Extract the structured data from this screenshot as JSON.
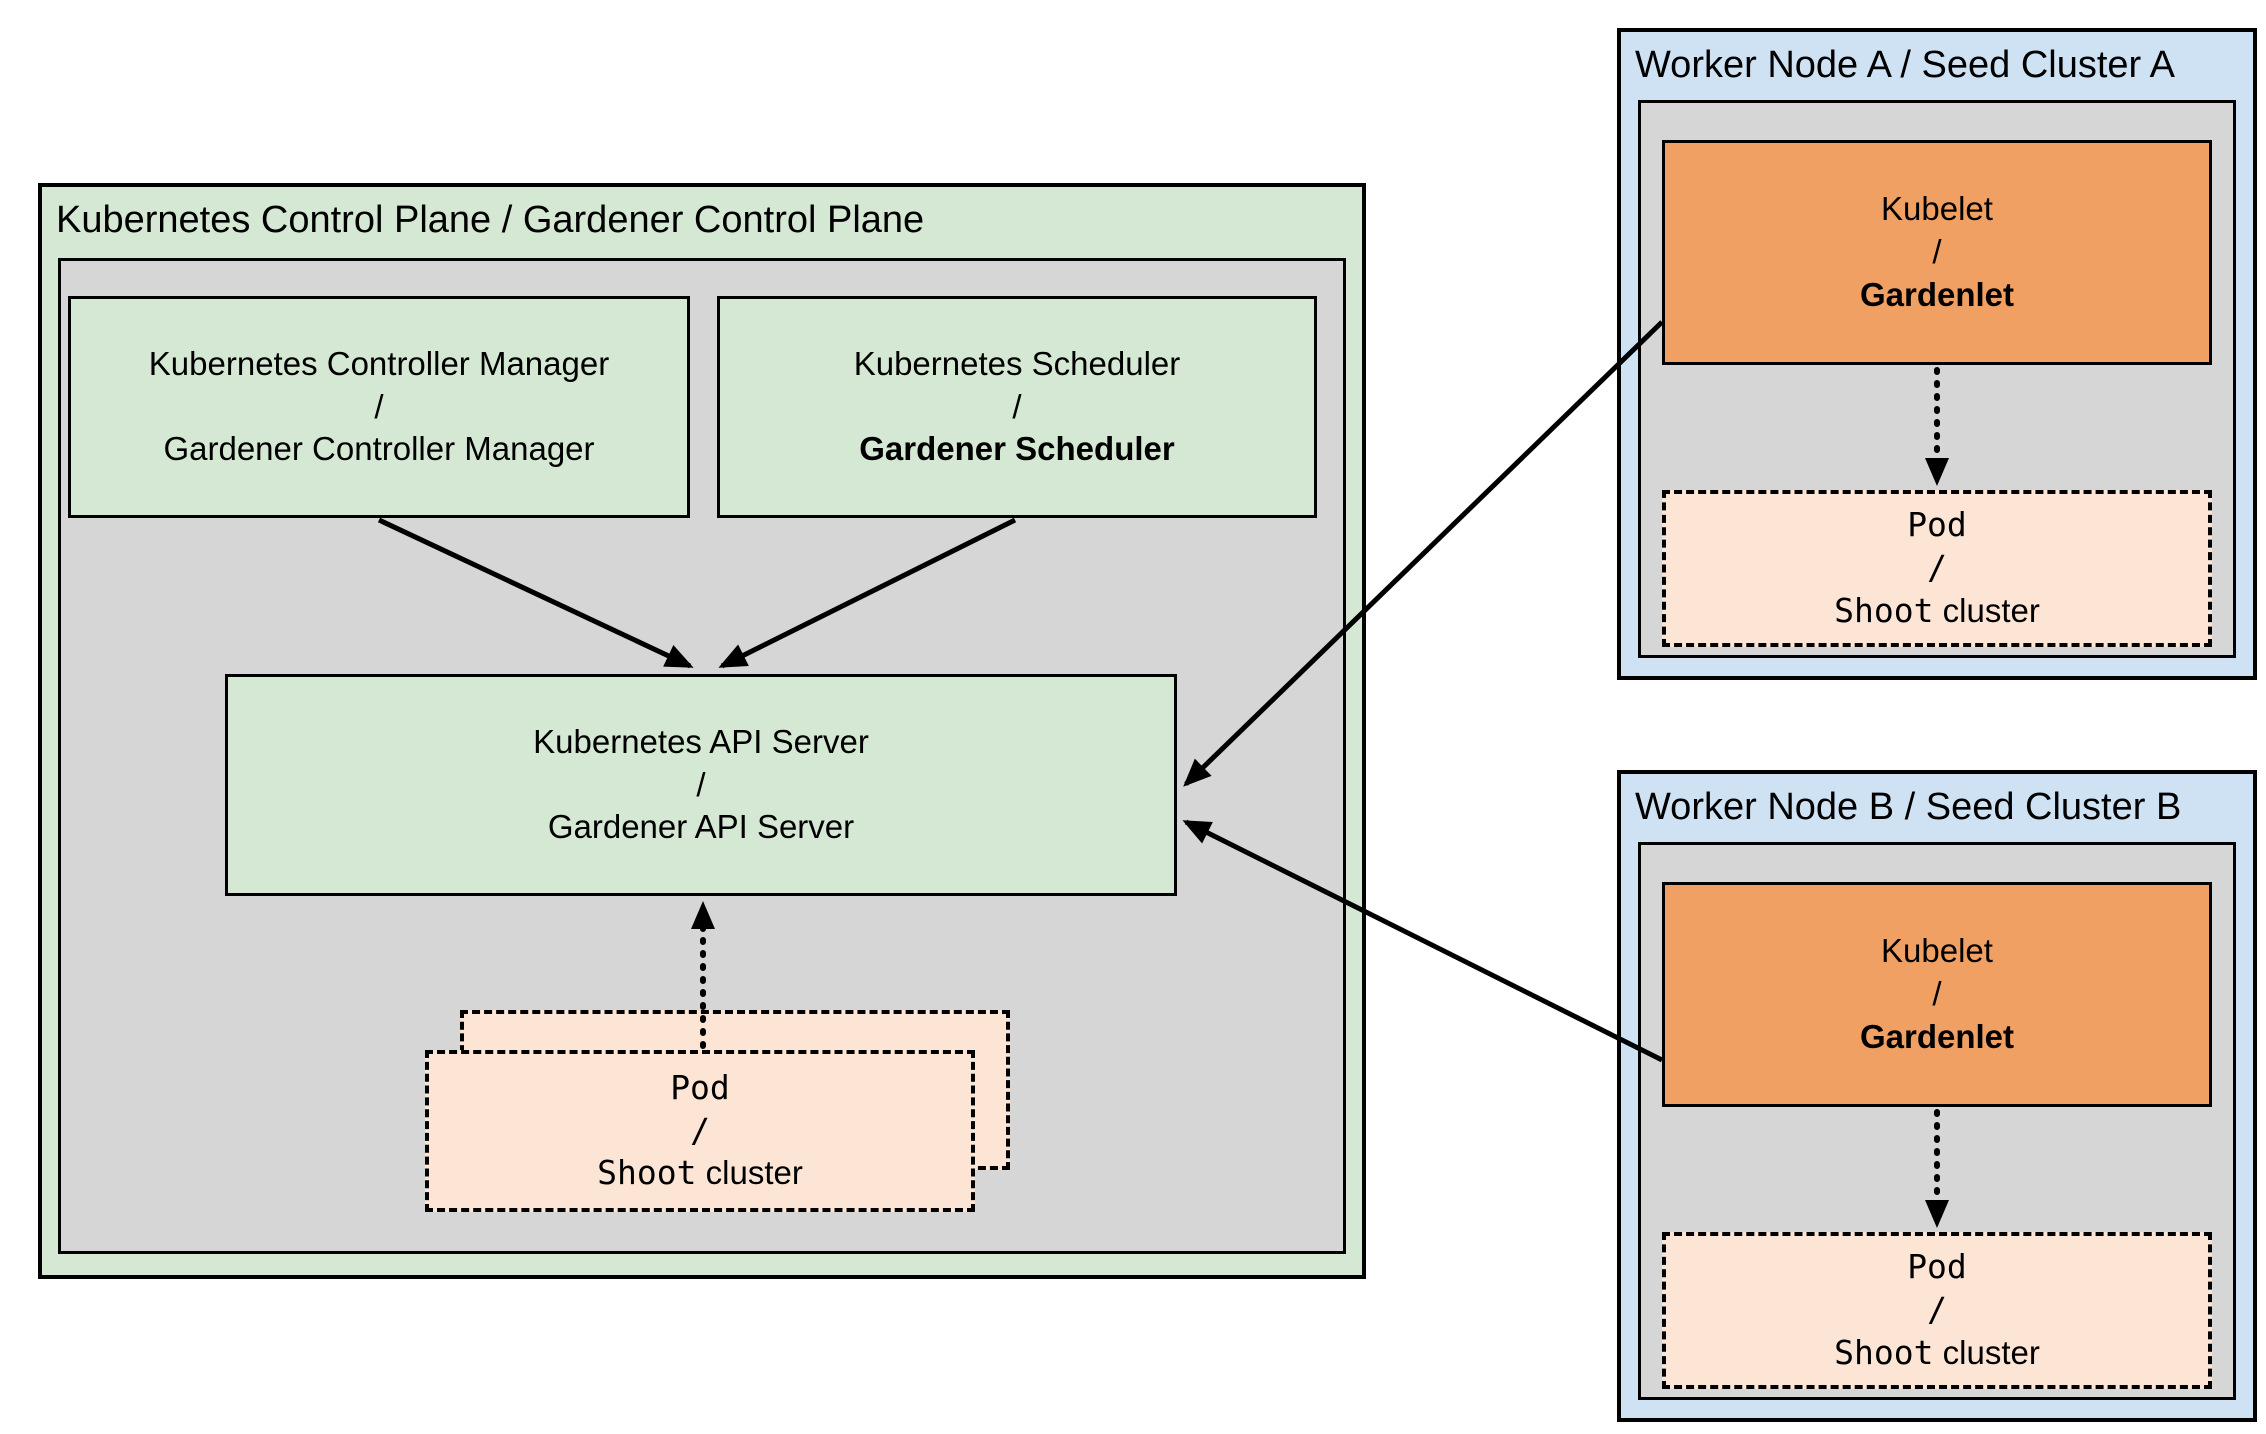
{
  "colors": {
    "green_fill": "#d5e8d4",
    "gray_fill": "#d6d6d6",
    "blue_fill": "#cfe2f3",
    "orange_fill": "#f0a063",
    "peach_fill": "#fce5d5",
    "border_color": "#000000"
  },
  "control_plane": {
    "title": "Kubernetes Control Plane / Gardener Control Plane",
    "controller_manager": {
      "line1": "Kubernetes Controller Manager",
      "sep": "/",
      "line2": "Gardener Controller Manager"
    },
    "scheduler": {
      "line1": "Kubernetes Scheduler",
      "sep": "/",
      "line2": "Gardener Scheduler"
    },
    "api_server": {
      "line1": "Kubernetes API Server",
      "sep": "/",
      "line2": "Gardener API Server"
    },
    "pod": {
      "line1": "Pod",
      "sep": "/",
      "shoot": "Shoot",
      "cluster": "cluster"
    }
  },
  "worker_node_a": {
    "title": "Worker Node A / Seed Cluster A",
    "kubelet": {
      "line1": "Kubelet",
      "sep": "/",
      "line2": "Gardenlet"
    },
    "pod": {
      "line1": "Pod",
      "sep": "/",
      "shoot": "Shoot",
      "cluster": "cluster"
    }
  },
  "worker_node_b": {
    "title": "Worker Node B / Seed Cluster B",
    "kubelet": {
      "line1": "Kubelet",
      "sep": "/",
      "line2": "Gardenlet"
    },
    "pod": {
      "line1": "Pod",
      "sep": "/",
      "shoot": "Shoot",
      "cluster": "cluster"
    }
  }
}
